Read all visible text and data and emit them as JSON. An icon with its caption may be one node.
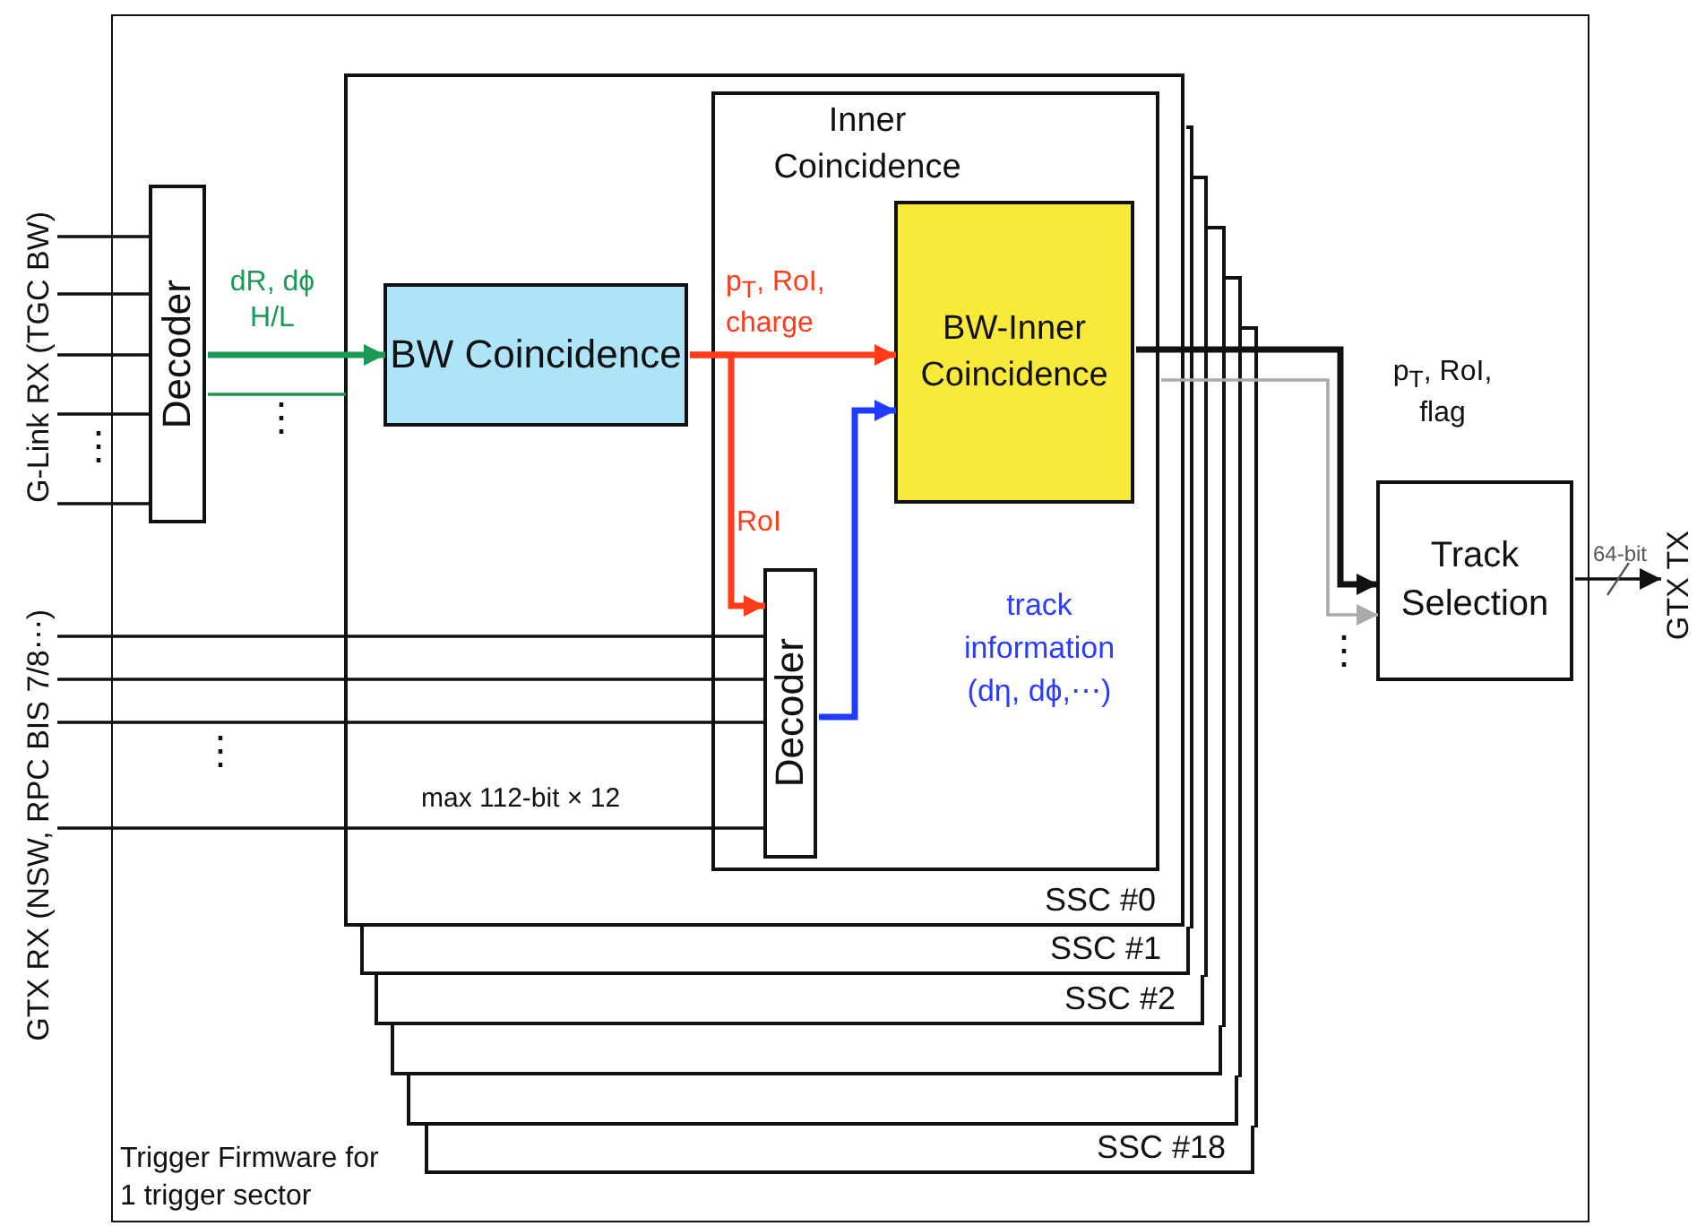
{
  "diagram": {
    "nodes": [
      {
        "text": [
          "Trigger Firmware for 1 trigger sector"
        ]
      },
      {
        "text": [
          "SSC #0"
        ],
        "in": 0
      },
      {
        "text": [
          "Inner Coincidence"
        ],
        "in": 1
      },
      {
        "text": [
          "Decoder"
        ],
        "in": 0
      },
      {
        "text": [
          "BW Coincidence"
        ],
        "in": 1
      },
      {
        "text": [
          "BW-Inner Coincidence"
        ],
        "in": 2
      },
      {
        "text": [
          "Decoder"
        ],
        "in": 2
      },
      {
        "text": [
          "Track Selection"
        ],
        "in": 0
      },
      {
        "text": [
          "SSC #1"
        ],
        "in": 0
      },
      {
        "text": [
          "SSC #2"
        ],
        "in": 0
      },
      {
        "text": [],
        "shape": "box",
        "in": 0
      },
      {
        "text": [],
        "shape": "box",
        "in": 0
      },
      {
        "text": [
          "SSC #18"
        ],
        "in": 0
      },
      {
        "text": [
          "G-Link RX (TGC BW)"
        ]
      },
      {
        "text": [
          "GTX RX (NSW, RPC BIS 7/8⋯)"
        ]
      },
      {
        "text": [
          "GTX TX"
        ]
      }
    ],
    "edges": [
      {
        "from": 13,
        "to": 3,
        "arrow": "none"
      },
      {
        "from": 13,
        "to": 3,
        "arrow": "none"
      },
      {
        "from": 13,
        "to": 3,
        "arrow": "none"
      },
      {
        "from": 13,
        "to": 3,
        "arrow": "none"
      },
      {
        "from": 13,
        "to": 3,
        "arrow": "none"
      },
      {
        "from": 3,
        "to": 4,
        "arrow": "to",
        "label": "dR, dϕ H/L",
        "style": "thick",
        "color": "#1a9a55"
      },
      {
        "from": 3,
        "to": 1,
        "arrow": "none",
        "color": "#1a9a55"
      },
      {
        "from": 4,
        "to": 5,
        "arrow": "to",
        "label": "p$_{T}$, RoI, charge",
        "style": "thick",
        "color": "#ff3b1a"
      },
      {
        "from": 4,
        "to": 6,
        "arrow": "to",
        "label": "RoI",
        "style": "thick",
        "color": "#ff3b1a"
      },
      {
        "from": 14,
        "to": 6,
        "arrow": "none"
      },
      {
        "from": 14,
        "to": 6,
        "arrow": "none"
      },
      {
        "from": 14,
        "to": 6,
        "arrow": "none"
      },
      {
        "from": 14,
        "to": 6,
        "arrow": "none",
        "label": "max 112-bit × 12"
      },
      {
        "from": 6,
        "to": 5,
        "arrow": "to",
        "style": "thick",
        "color": "#1f3cff"
      },
      {
        "from": 5,
        "to": 7,
        "arrow": "to",
        "label": "p$_{T}$, RoI, flag",
        "style": "thick"
      },
      {
        "from": 2,
        "to": 7,
        "arrow": "to",
        "color": "#aaaaaa"
      },
      {
        "from": 7,
        "to": 15,
        "arrow": "to",
        "label": "64-bit"
      }
    ],
    "labels": [
      "⋮",
      "⋮",
      "⋮",
      "⋮",
      "track information (dη, dϕ,⋯)"
    ]
  }
}
